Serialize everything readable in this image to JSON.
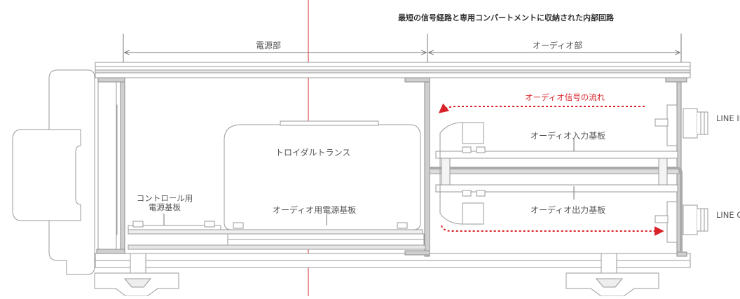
{
  "title": "最短の信号経路と専用コンパートメントに収納された内部回路",
  "sections": {
    "power": "電源部",
    "audio": "オーディオ部"
  },
  "signal_flow": "オーディオ信号の流れ",
  "components": {
    "audio_input_board": "オーディオ入力基板",
    "audio_output_board": "オーディオ出力基板",
    "toroidal_transformer": "トロイダルトランス",
    "audio_power_board": "オーディオ用電源基板",
    "control_power_board": "コントロール用電源基板"
  },
  "jacks": {
    "line_in": "LINE IN",
    "line_out": "LINE OUT"
  },
  "colors": {
    "line": "#8c8c8c",
    "flow": "#d8232a",
    "text": "#555555"
  }
}
